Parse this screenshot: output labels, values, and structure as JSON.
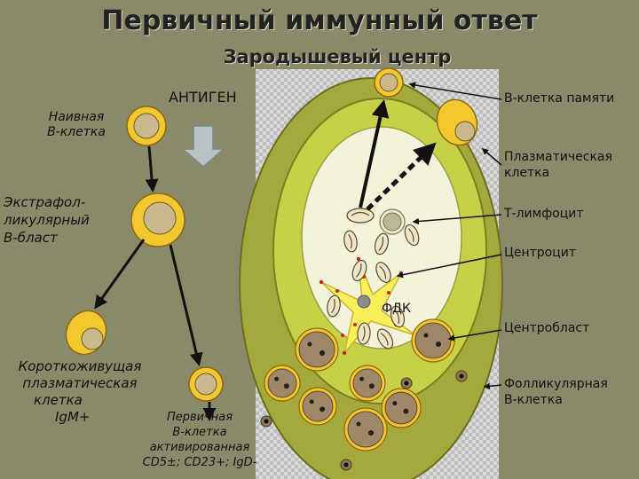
{
  "title": "Первичный иммунный ответ",
  "subtitle": "Зародышевый центр",
  "labels": {
    "antigen": "АНТИГЕН",
    "naive_b_1": "Наивная",
    "naive_b_2": "В-клетка",
    "extra_1": "Экстрафол-",
    "extra_2": "ликулярный",
    "extra_3": "В-бласт",
    "short_1": "Короткоживущая",
    "short_2": "плазматическая",
    "short_3": "клетка",
    "short_4": "IgM+",
    "primary_1": "Первичная",
    "primary_2": "В-клетка",
    "primary_3": "активированная",
    "primary_4": "CD5±; CD23+; IgD-",
    "memory": "В-клетка памяти",
    "plasma_1": "Плазматическая",
    "plasma_2": "клетка",
    "tcell": "Т-лимфоцит",
    "centrocyte": "Центроцит",
    "fdc": "ФДК",
    "centroblast": "Центробласт",
    "follicular_1": "Фолликулярная",
    "follicular_2": "В-клетка"
  },
  "colors": {
    "background": "#8a8a6a",
    "outer_ellipse": "#a5a83a",
    "middle_ring": "#c8d048",
    "inner_core": "#f3f3dc",
    "cell_fill": "#f5c72e",
    "centroblast_fill": "#a08768",
    "fdc_fill": "#f8ef5a",
    "dot_color": "#cc2222"
  }
}
